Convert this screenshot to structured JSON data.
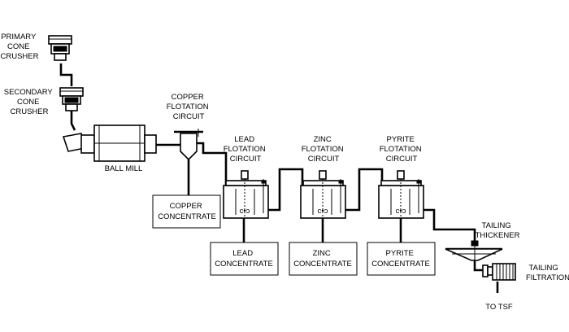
{
  "labels": {
    "primary_crusher": [
      "PRIMARY",
      "CONE",
      "CRUSHER"
    ],
    "secondary_crusher": [
      "SECONDARY",
      "CONE",
      "CRUSHER"
    ],
    "ball_mill": "BALL MILL",
    "copper_circuit": [
      "COPPER",
      "FLOTATION",
      "CIRCUIT"
    ],
    "lead_circuit": [
      "LEAD",
      "FLOTATION",
      "CIRCUIT"
    ],
    "zinc_circuit": [
      "ZINC",
      "FLOTATION",
      "CIRCUIT"
    ],
    "pyrite_circuit": [
      "PYRITE",
      "FLOTATION",
      "CIRCUIT"
    ],
    "tailing_thickener": [
      "TAILING",
      "THICKENER"
    ],
    "tailing_filtration": [
      "TAILING",
      "FILTRATION"
    ],
    "to_tsf": "TO TSF"
  },
  "concentrates": {
    "copper": [
      "COPPER",
      "CONCENTRATE"
    ],
    "lead": [
      "LEAD",
      "CONCENTRATE"
    ],
    "zinc": [
      "ZINC",
      "CONCENTRATE"
    ],
    "pyrite": [
      "PYRITE",
      "CONCENTRATE"
    ]
  }
}
